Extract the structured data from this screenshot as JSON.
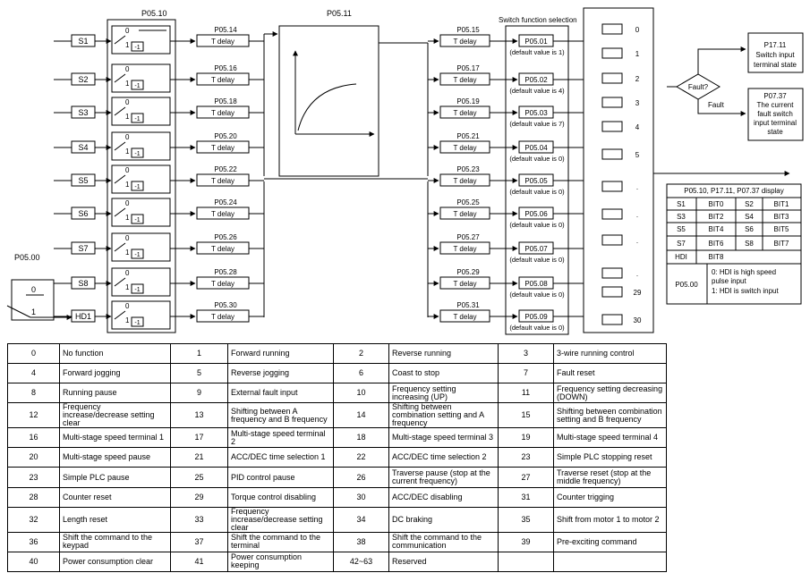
{
  "inputs": {
    "header": "P05.10",
    "terminals": [
      "S1",
      "S2",
      "S3",
      "S4",
      "S5",
      "S6",
      "S7",
      "S8",
      "HD1"
    ],
    "switch_top": "0",
    "switch_bottom": "1",
    "inverter": "-1"
  },
  "delays": {
    "left": [
      "P05.14",
      "P05.16",
      "P05.18",
      "P05.20",
      "P05.22",
      "P05.24",
      "P05.26",
      "P05.28",
      "P05.30"
    ],
    "right": [
      "P05.15",
      "P05.17",
      "P05.19",
      "P05.21",
      "P05.23",
      "P05.25",
      "P05.27",
      "P05.29",
      "P05.31"
    ],
    "box_label": "T delay"
  },
  "filter": {
    "label": "P05.11"
  },
  "hdi_select": {
    "label": "P05.00",
    "opt0": "0",
    "opt1": "1"
  },
  "function_select": {
    "title": "Switch function selection",
    "params": [
      "P05.01",
      "P05.02",
      "P05.03",
      "P05.04",
      "P05.05",
      "P05.06",
      "P05.07",
      "P05.08",
      "P05.09"
    ],
    "defaults": [
      "(default value is 1)",
      "(default value is 4)",
      "(default value is 7)",
      "(default value is 0)",
      "(default value is 0)",
      "(default value is 0)",
      "(default value is 0)",
      "(default value is 0)",
      "(default value is 0)"
    ]
  },
  "function_slots": [
    "0",
    "1",
    "2",
    "3",
    "4",
    "5",
    ".",
    ".",
    ".",
    ".",
    "29",
    "30"
  ],
  "fault": {
    "question": "Fault?",
    "no_fault_label": "Fault",
    "state_box": [
      "P17.11",
      "Switch input",
      "terminal state"
    ],
    "fault_box": [
      "P07.37",
      "The current",
      "fault switch",
      "input terminal",
      "state"
    ]
  },
  "display_table": {
    "title": "P05.10, P17.11, P07.37 display",
    "rows": [
      [
        "S1",
        "BIT0",
        "S2",
        "BIT1"
      ],
      [
        "S3",
        "BIT2",
        "S4",
        "BIT3"
      ],
      [
        "S5",
        "BIT4",
        "S6",
        "BIT5"
      ],
      [
        "S7",
        "BIT6",
        "S8",
        "BIT7"
      ],
      [
        "HDI",
        "BIT8",
        "",
        ""
      ]
    ],
    "hdi_param": "P05.00",
    "hdi_desc": [
      "0: HDI is high speed",
      "pulse input",
      "1: HDI is switch input"
    ]
  },
  "function_table": [
    [
      [
        "0",
        "No function"
      ],
      [
        "1",
        "Forward running"
      ],
      [
        "2",
        "Reverse running"
      ],
      [
        "3",
        "3-wire running control"
      ]
    ],
    [
      [
        "4",
        "Forward jogging"
      ],
      [
        "5",
        "Reverse jogging"
      ],
      [
        "6",
        "Coast to stop"
      ],
      [
        "7",
        "Fault reset"
      ]
    ],
    [
      [
        "8",
        "Running pause"
      ],
      [
        "9",
        "External fault input"
      ],
      [
        "10",
        "Frequency setting increasing (UP)"
      ],
      [
        "11",
        "Frequency setting decreasing (DOWN)"
      ]
    ],
    [
      [
        "12",
        "Frequency increase/decrease setting clear"
      ],
      [
        "13",
        "Shifting between A frequency and B frequency"
      ],
      [
        "14",
        "Shifting between combination setting and A frequency"
      ],
      [
        "15",
        "Shifting between combination setting and B frequency"
      ]
    ],
    [
      [
        "16",
        "Multi-stage speed terminal 1"
      ],
      [
        "17",
        "Multi-stage speed terminal 2"
      ],
      [
        "18",
        "Multi-stage speed terminal 3"
      ],
      [
        "19",
        "Multi-stage speed terminal 4"
      ]
    ],
    [
      [
        "20",
        "Multi-stage speed pause"
      ],
      [
        "21",
        "ACC/DEC time selection 1"
      ],
      [
        "22",
        "ACC/DEC time selection 2"
      ],
      [
        "23",
        "Simple PLC stopping reset"
      ]
    ],
    [
      [
        "23",
        "Simple PLC pause"
      ],
      [
        "25",
        "PID control pause"
      ],
      [
        "26",
        "Traverse pause (stop at the current frequency)"
      ],
      [
        "27",
        "Traverse reset (stop at the middle frequency)"
      ]
    ],
    [
      [
        "28",
        "Counter reset"
      ],
      [
        "29",
        "Torque control disabling"
      ],
      [
        "30",
        "ACC/DEC disabling"
      ],
      [
        "31",
        "Counter trigging"
      ]
    ],
    [
      [
        "32",
        "Length reset"
      ],
      [
        "33",
        "Frequency increase/decrease setting clear"
      ],
      [
        "34",
        "DC braking"
      ],
      [
        "35",
        "Shift from motor 1 to motor 2"
      ]
    ],
    [
      [
        "36",
        "Shift the command to the keypad"
      ],
      [
        "37",
        "Shift the command to the terminal"
      ],
      [
        "38",
        "Shift the command to the communication"
      ],
      [
        "39",
        "Pre-exciting command"
      ]
    ],
    [
      [
        "40",
        "Power consumption clear"
      ],
      [
        "41",
        "Power consumption keeping"
      ],
      [
        "42~63",
        "Reserved"
      ],
      [
        "",
        ""
      ]
    ]
  ]
}
